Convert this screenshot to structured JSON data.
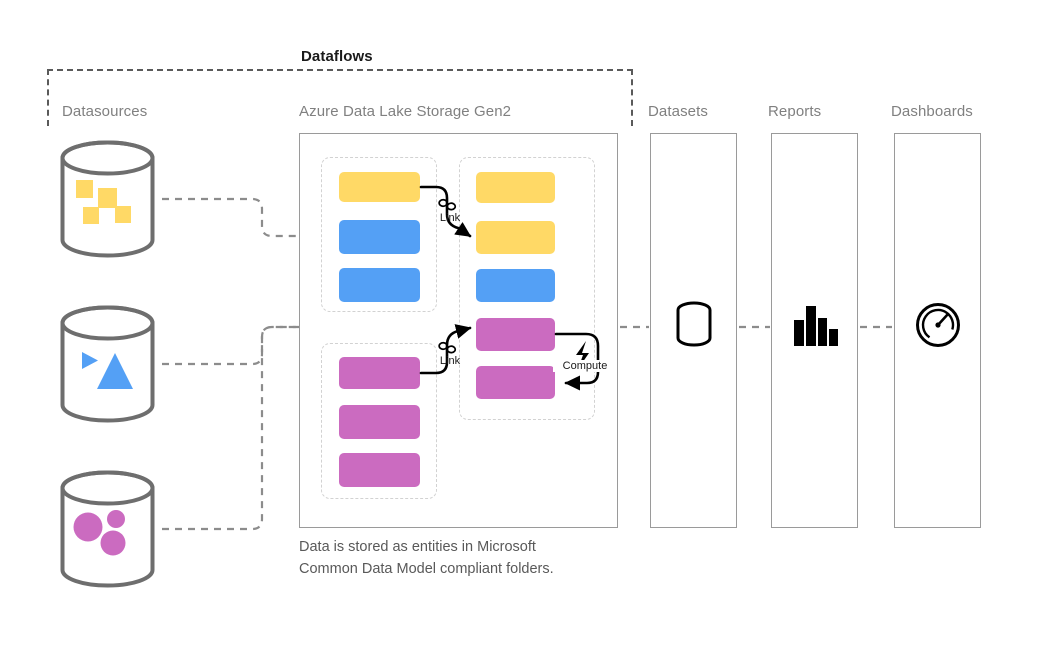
{
  "diagram": {
    "title": "Dataflows",
    "caption": "Data is stored as entities in Microsoft\nCommon Data Model compliant folders.",
    "columns": [
      {
        "key": "datasources",
        "label": "Datasources"
      },
      {
        "key": "adls",
        "label": "Azure Data Lake Storage Gen2"
      },
      {
        "key": "datasets",
        "label": "Datasets"
      },
      {
        "key": "reports",
        "label": "Reports"
      },
      {
        "key": "dashboards",
        "label": "Dashboards"
      }
    ],
    "connector_labels": {
      "link_top": "Link",
      "link_bottom": "Link",
      "compute": "Compute"
    },
    "datasources": [
      {
        "name": "datasource-structured",
        "shape": "square",
        "count": 4,
        "color": "#FFD966"
      },
      {
        "name": "datasource-semistructured",
        "shape": "triangle",
        "count": 2,
        "color": "#54A0F5"
      },
      {
        "name": "datasource-unstructured",
        "shape": "circle",
        "count": 3,
        "color": "#CB6BC0"
      }
    ],
    "adls": {
      "group_source_top": {
        "name": "source-entities-top",
        "entities": [
          {
            "color": "#FFD966"
          },
          {
            "color": "#54A0F5"
          },
          {
            "color": "#54A0F5"
          }
        ]
      },
      "group_source_bottom": {
        "name": "source-entities-bottom",
        "entities": [
          {
            "color": "#CB6BC0"
          },
          {
            "color": "#CB6BC0"
          },
          {
            "color": "#CB6BC0"
          }
        ]
      },
      "group_linked": {
        "name": "linked-entities",
        "entities": [
          {
            "color": "#FFD966"
          },
          {
            "color": "#FFD966"
          },
          {
            "color": "#54A0F5"
          },
          {
            "color": "#CB6BC0"
          },
          {
            "color": "#CB6BC0"
          }
        ]
      }
    },
    "output_icons": [
      {
        "name": "dataset-icon",
        "glyph": "database-stack"
      },
      {
        "name": "report-icon",
        "glyph": "bar-chart"
      },
      {
        "name": "dashboard-icon",
        "glyph": "gauge"
      }
    ],
    "colors": {
      "yellow": "#FFD966",
      "blue": "#54A0F5",
      "purple": "#CB6BC0",
      "cylinder_stroke": "#6E6E6E",
      "panel_stroke": "#9A9A9A",
      "group_stroke": "#D2D2D2",
      "connector": "#8C8C8C",
      "dataflow_border": "#5A5A5A",
      "heading_text": "#808080",
      "body_text": "#595959"
    }
  }
}
